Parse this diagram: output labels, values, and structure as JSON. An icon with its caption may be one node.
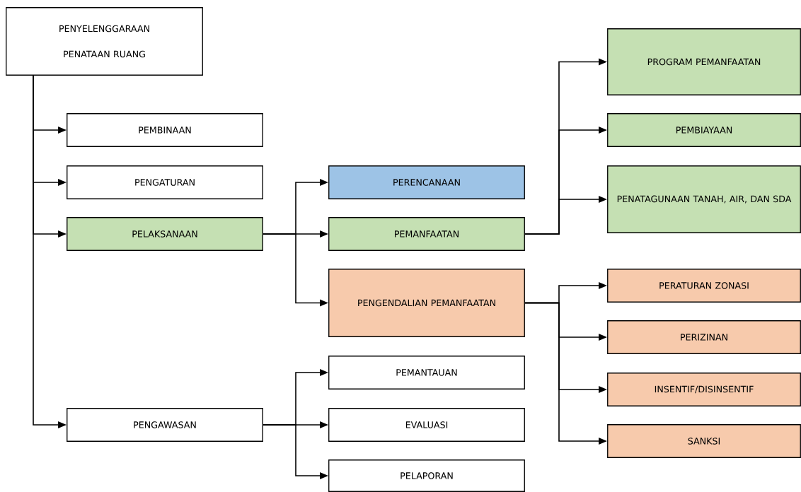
{
  "diagram": {
    "nodes": [
      {
        "text": [
          "PENYELENGGARAAN PENATAAN RUANG"
        ]
      },
      {
        "text": [
          "PEMBINAAN"
        ]
      },
      {
        "text": [
          "PENGATURAN"
        ]
      },
      {
        "text": [
          "PELAKSANAAN"
        ]
      },
      {
        "text": [
          "PENGAWASAN"
        ]
      },
      {
        "text": [
          "PERENCANAAN"
        ]
      },
      {
        "text": [
          "PEMANFAATAN"
        ]
      },
      {
        "text": [
          "PENGENDALIAN PEMANFAATAN"
        ]
      },
      {
        "text": [
          "PEMANTAUAN"
        ]
      },
      {
        "text": [
          "EVALUASI"
        ]
      },
      {
        "text": [
          "PELAPORAN"
        ]
      },
      {
        "text": [
          "PROGRAM PEMANFAATAN"
        ]
      },
      {
        "text": [
          "PEMBIAYAAN"
        ]
      },
      {
        "text": [
          "PENATAGUNAAN TANAH, AIR, DAN SDA"
        ]
      },
      {
        "text": [
          "PERATURAN ZONASI"
        ]
      },
      {
        "text": [
          "PERIZINAN"
        ]
      },
      {
        "text": [
          "INSENTIF/DISINSENTIF"
        ]
      },
      {
        "text": [
          "SANKSI"
        ]
      }
    ],
    "edges": [
      {
        "from": 0,
        "to": 1,
        "arrow": "to"
      },
      {
        "from": 0,
        "to": 2,
        "arrow": "to"
      },
      {
        "from": 0,
        "to": 3,
        "arrow": "to"
      },
      {
        "from": 0,
        "to": 4,
        "arrow": "to"
      },
      {
        "from": 3,
        "to": 5,
        "arrow": "to"
      },
      {
        "from": 3,
        "to": 6,
        "arrow": "to"
      },
      {
        "from": 3,
        "to": 7,
        "arrow": "to"
      },
      {
        "from": 6,
        "to": 11,
        "arrow": "to"
      },
      {
        "from": 6,
        "to": 12,
        "arrow": "to"
      },
      {
        "from": 6,
        "to": 13,
        "arrow": "to"
      },
      {
        "from": 7,
        "to": 14,
        "arrow": "to"
      },
      {
        "from": 7,
        "to": 15,
        "arrow": "to"
      },
      {
        "from": 7,
        "to": 16,
        "arrow": "to"
      },
      {
        "from": 7,
        "to": 17,
        "arrow": "to"
      },
      {
        "from": 4,
        "to": 8,
        "arrow": "to"
      },
      {
        "from": 4,
        "to": 9,
        "arrow": "to"
      },
      {
        "from": 4,
        "to": 10,
        "arrow": "to"
      }
    ]
  }
}
